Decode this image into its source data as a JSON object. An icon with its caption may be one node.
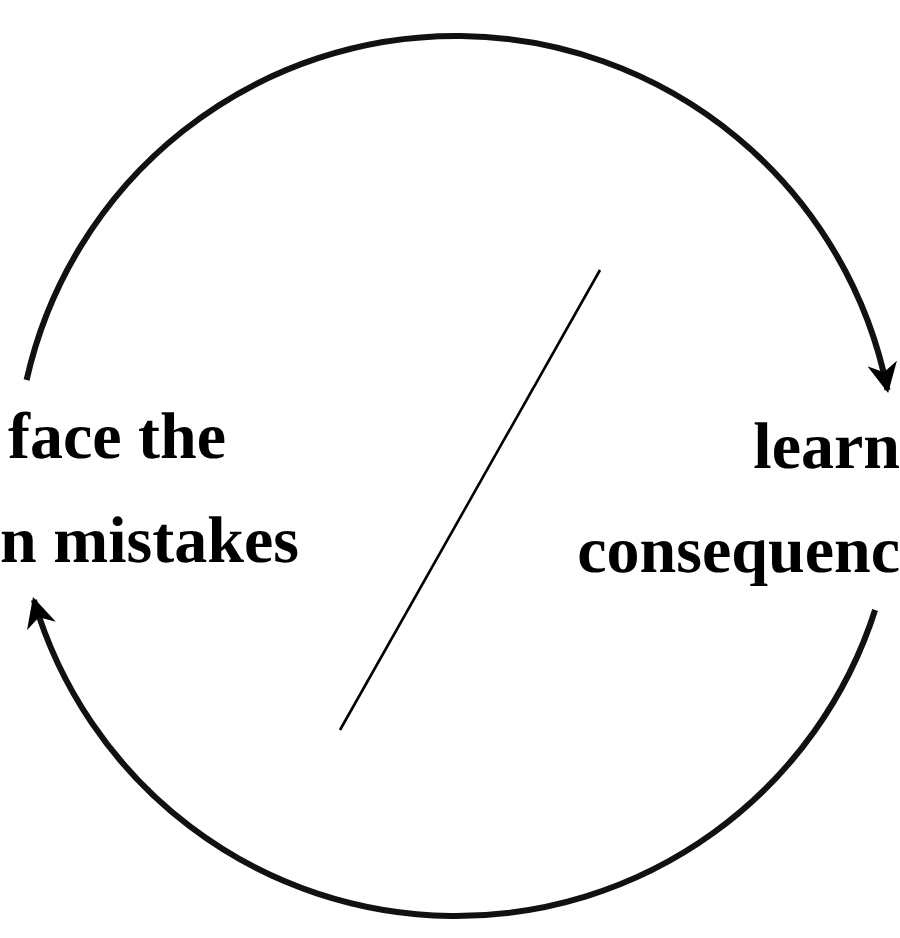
{
  "diagram": {
    "nodes": [
      {
        "text": [
          "face the",
          "n mistakes"
        ]
      },
      {
        "text": [
          "learn",
          "consequenc"
        ]
      }
    ],
    "edges": [
      {
        "from": 0,
        "to": 1,
        "arrow": "to"
      },
      {
        "from": 1,
        "to": 0,
        "arrow": "to"
      }
    ]
  }
}
